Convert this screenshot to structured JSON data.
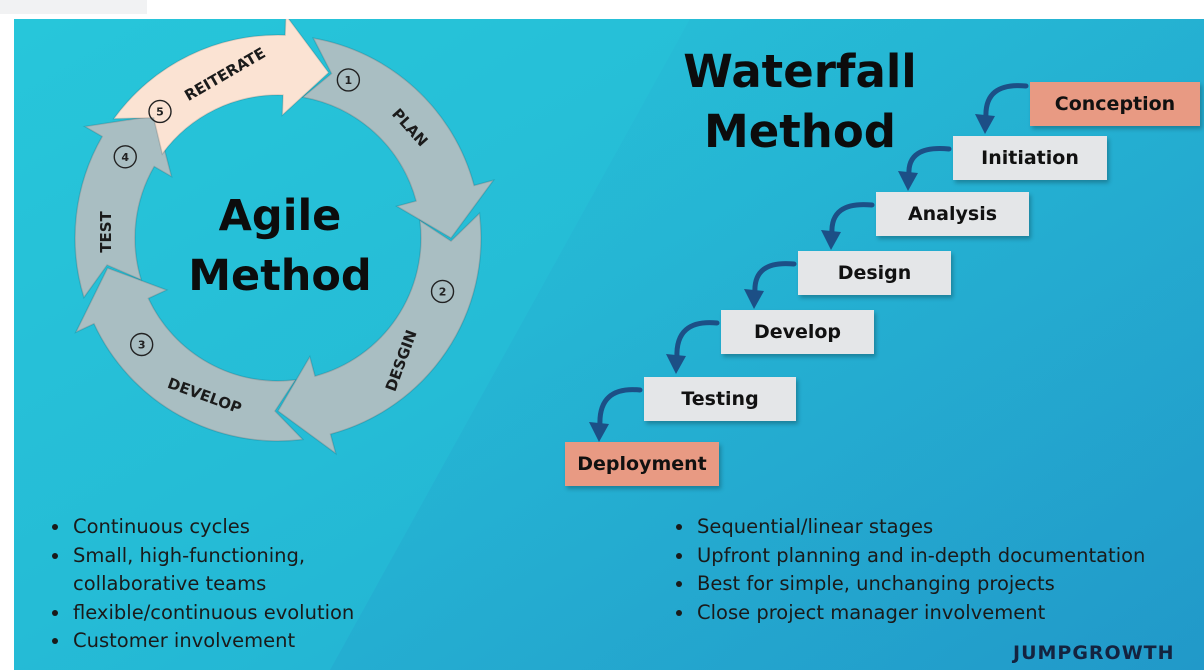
{
  "agile": {
    "title_line1": "Agile",
    "title_line2": "Method",
    "cycle": [
      {
        "number": "1",
        "label": "PLAN"
      },
      {
        "number": "2",
        "label": "DESGIN"
      },
      {
        "number": "3",
        "label": "DEVELOP"
      },
      {
        "number": "4",
        "label": "TEST"
      },
      {
        "number": "5",
        "label": "REITERATE"
      }
    ],
    "bullets": [
      "Continuous cycles",
      "Small, high-functioning,",
      "collaborative teams",
      "flexible/continuous evolution",
      "Customer involvement"
    ]
  },
  "waterfall": {
    "title_line1": "Waterfall",
    "title_line2": "Method",
    "steps": [
      "Conception",
      "Initiation",
      "Analysis",
      "Design",
      "Develop",
      "Testing",
      "Deployment"
    ],
    "bullets": [
      "Sequential/linear stages",
      "Upfront planning and in-depth documentation",
      "Best for simple, unchanging projects",
      "Close project manager involvement"
    ]
  },
  "logo": {
    "text": "JUMPGROWTH"
  },
  "colors": {
    "background": "#25bcd6",
    "arrow_grey": "#a9bec2",
    "arrow_highlight": "#fbe3d3",
    "step_grey": "#e4e6e8",
    "step_highlight": "#e89a83",
    "curve_arrow": "#1c4f86"
  }
}
